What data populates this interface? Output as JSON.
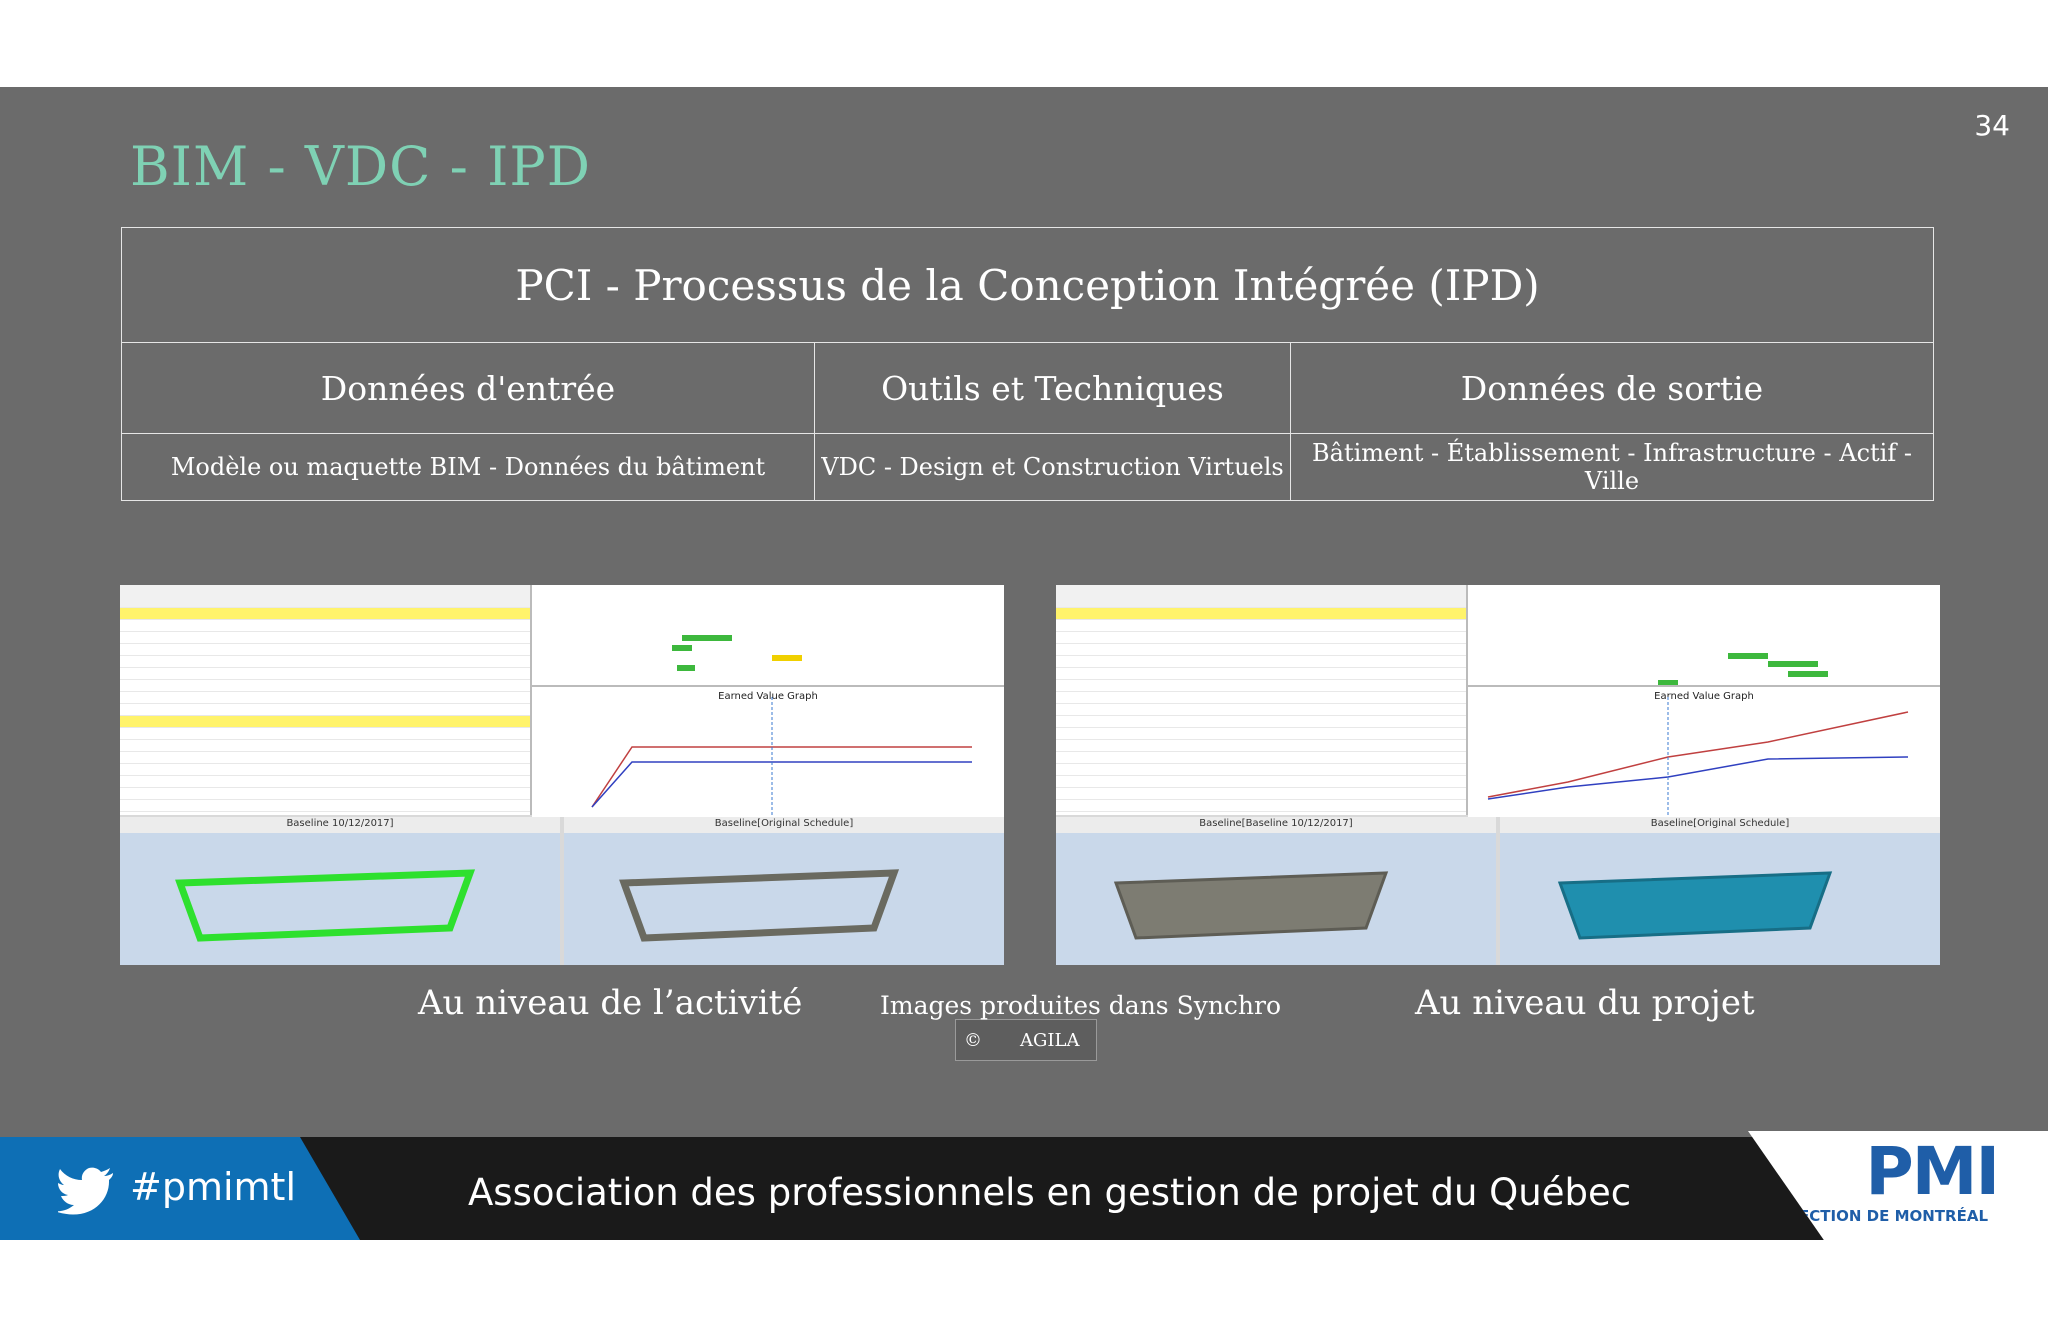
{
  "slide": {
    "page_number": "34",
    "title": "BIM - VDC - IPD"
  },
  "table": {
    "heading": "PCI - Processus de la Conception Intégrée (IPD)",
    "columns": [
      {
        "header": "Données d'entrée",
        "content": "Modèle ou maquette BIM - Données du bâtiment"
      },
      {
        "header": "Outils et Techniques",
        "content": "VDC - Design et Construction Virtuels"
      },
      {
        "header": "Données de sortie",
        "content": "Bâtiment - Établissement - Infrastructure - Actif - Ville"
      }
    ]
  },
  "screenshots": {
    "left": {
      "evg_title": "Earned Value Graph",
      "view_left_label": "Baseline 10/12/2017]",
      "view_right_label": "Baseline[Original Schedule]"
    },
    "right": {
      "evg_title": "Earned Value Graph",
      "view_left_label": "Baseline[Baseline 10/12/2017]",
      "view_right_label": "Baseline[Original Schedule]"
    },
    "watermark_symbol": "©",
    "watermark_text": "AGILA"
  },
  "captions": {
    "left": "Au niveau de l’activité",
    "middle": "Images produites dans Synchro",
    "right": "Au niveau du projet"
  },
  "footer": {
    "hashtag": "#pmimtl",
    "association": "Association des professionnels en gestion de projet du Québec",
    "logo_text": "PMI",
    "logo_subtitle": "SECTION DE MONTRÉAL",
    "icon": "twitter-bird-icon"
  },
  "colors": {
    "slide_bg": "#6b6b6b",
    "title": "#7fd1b4",
    "footer_blue": "#0e6fb5",
    "pmi_blue": "#1f5ea8"
  }
}
